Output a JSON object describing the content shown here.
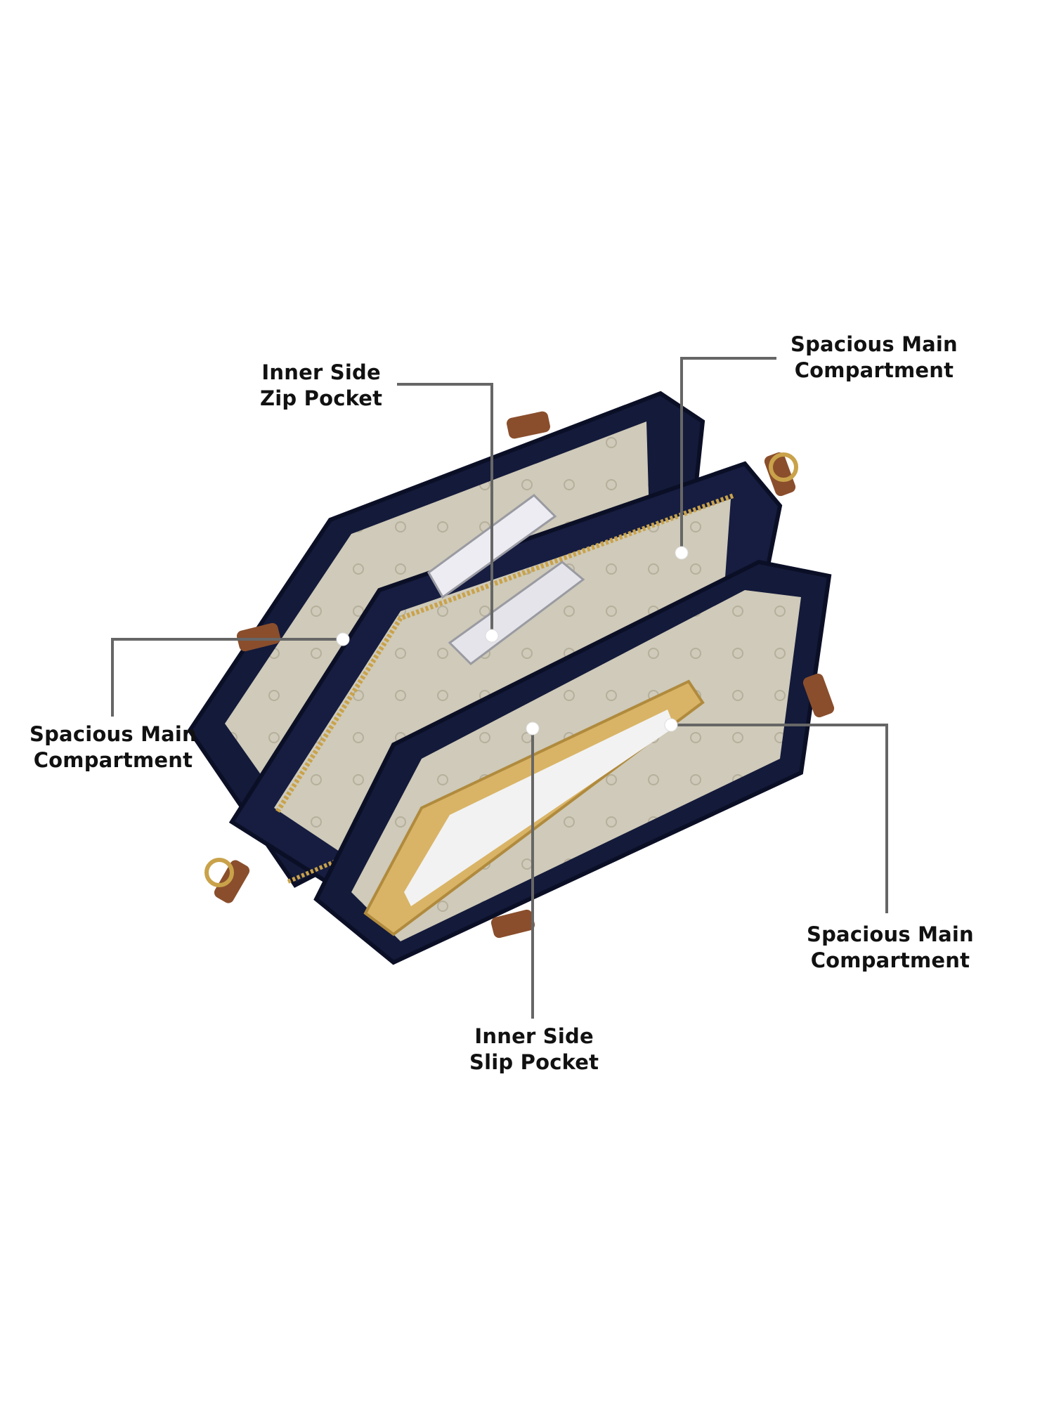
{
  "image": {
    "subject": "bag-interior-compartments-illustration"
  },
  "colors": {
    "background": "#ffffff",
    "bag_body": "#141a3a",
    "lining": "#cdc8b8",
    "strap_tab": "#8a4e2c",
    "hardware": "#c9a24a",
    "callout_line": "#666666",
    "callout_dot": "#ffffff",
    "label_text": "#111111"
  },
  "callouts": [
    {
      "id": "inner-side-zip-pocket",
      "lines": [
        "Inner Side",
        "Zip Pocket"
      ]
    },
    {
      "id": "spacious-main-top-right",
      "lines": [
        "Spacious Main",
        "Compartment"
      ]
    },
    {
      "id": "spacious-main-left",
      "lines": [
        "Spacious Main",
        "Compartment"
      ]
    },
    {
      "id": "spacious-main-bottom-right",
      "lines": [
        "Spacious Main",
        "Compartment"
      ]
    },
    {
      "id": "inner-side-slip-pocket",
      "lines": [
        "Inner Side",
        "Slip Pocket"
      ]
    }
  ]
}
